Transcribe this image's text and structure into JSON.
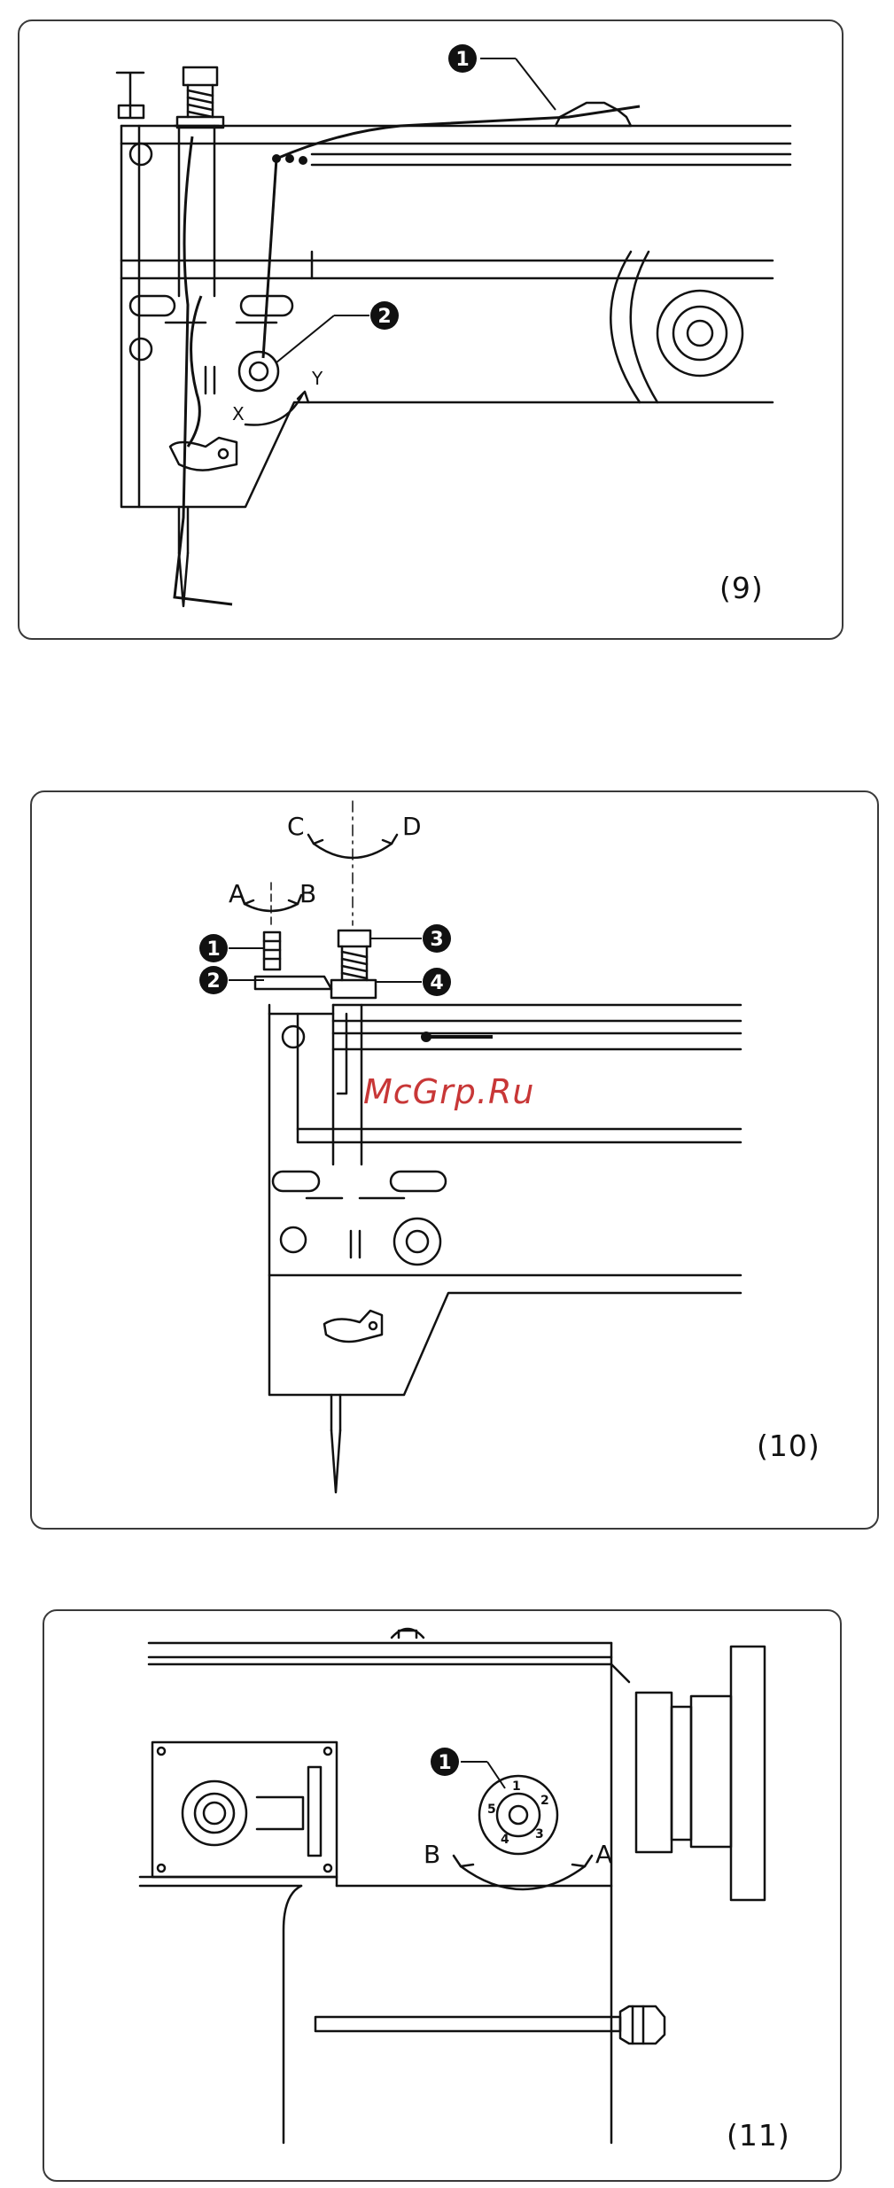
{
  "figures": [
    {
      "id": "fig9",
      "label": "(9)",
      "callouts": [
        "1",
        "2"
      ],
      "letters": [
        "X",
        "Y"
      ]
    },
    {
      "id": "fig10",
      "label": "(10)",
      "callouts": [
        "1",
        "2",
        "3",
        "4"
      ],
      "letters": [
        "A",
        "B",
        "C",
        "D"
      ]
    },
    {
      "id": "fig11",
      "label": "(11)",
      "callouts": [
        "1"
      ],
      "letters": [
        "A",
        "B"
      ],
      "dial_numbers": [
        "1",
        "2",
        "3",
        "4",
        "5"
      ]
    }
  ],
  "watermark": "McGrp.Ru"
}
